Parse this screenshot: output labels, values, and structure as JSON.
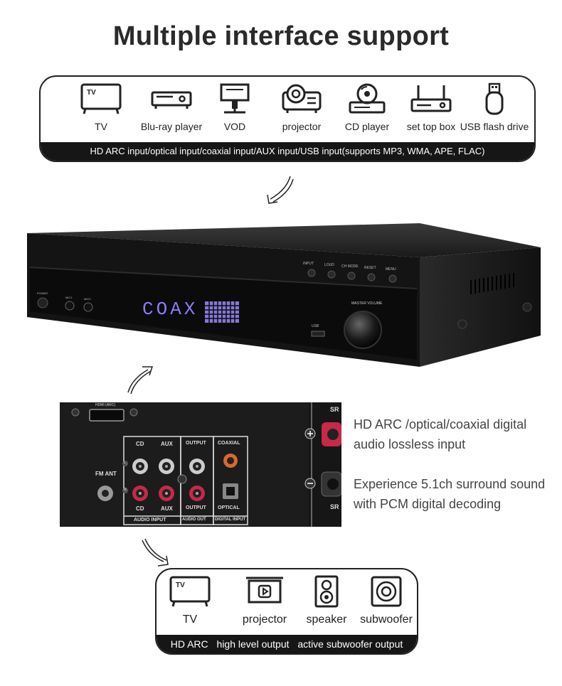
{
  "title": "Multiple interface support",
  "input_panel": {
    "items": [
      {
        "label": "TV",
        "icon": "tv-icon"
      },
      {
        "label": "Blu-ray player",
        "icon": "bluray-player-icon"
      },
      {
        "label": "VOD",
        "icon": "vod-icon"
      },
      {
        "label": "projector",
        "icon": "projector-icon"
      },
      {
        "label": "CD player",
        "icon": "cd-player-icon"
      },
      {
        "label": "set top box",
        "icon": "set-top-box-icon"
      },
      {
        "label": "USB flash drive",
        "icon": "usb-flash-drive-icon"
      }
    ],
    "band": "HD ARC input/optical input/coaxial input/AUX input/USB input(supports MP3, WMA, APE, FLAC)"
  },
  "device": {
    "display_text": "COAX",
    "buttons": [
      "INPUT",
      "LOUD",
      "CH MODE",
      "RESET",
      "MENU"
    ],
    "knob_label": "MASTER VOLUME",
    "usb_label": "USB",
    "power_label": "POWER",
    "mic1_label": "MIC1",
    "mic2_label": "MIC2"
  },
  "rear_panel": {
    "hdmi": "HDMI (ARC)",
    "fm_ant": "FM ANT",
    "cd_top": "CD",
    "aux_top": "AUX",
    "output_top": "OUTPUT",
    "coaxial": "COAXIAL",
    "cd_bottom": "CD",
    "aux_bottom": "AUX",
    "output_bottom": "OUTPUT",
    "optical": "OPTICAL",
    "audio_input": "AUDIO INPUT",
    "audio_out": "AUDIO OUT",
    "digital_input": "DIGITAL INPUT",
    "sr_top": "SR",
    "sr_bottom": "SR",
    "l": "L",
    "r": "R"
  },
  "descriptions": {
    "line1": "HD ARC /optical/coaxial digital",
    "line2": "audio lossless input",
    "line3": "Experience 5.1ch surround sound",
    "line4": "with PCM digital decoding"
  },
  "output_panel": {
    "items": [
      {
        "label": "TV",
        "icon": "tv-icon"
      },
      {
        "label": "projector",
        "icon": "projector-icon"
      },
      {
        "label": "speaker",
        "icon": "speaker-icon"
      },
      {
        "label": "subwoofer",
        "icon": "subwoofer-icon"
      }
    ],
    "band": [
      "HD ARC",
      "high level output",
      "active subwoofer output"
    ]
  }
}
